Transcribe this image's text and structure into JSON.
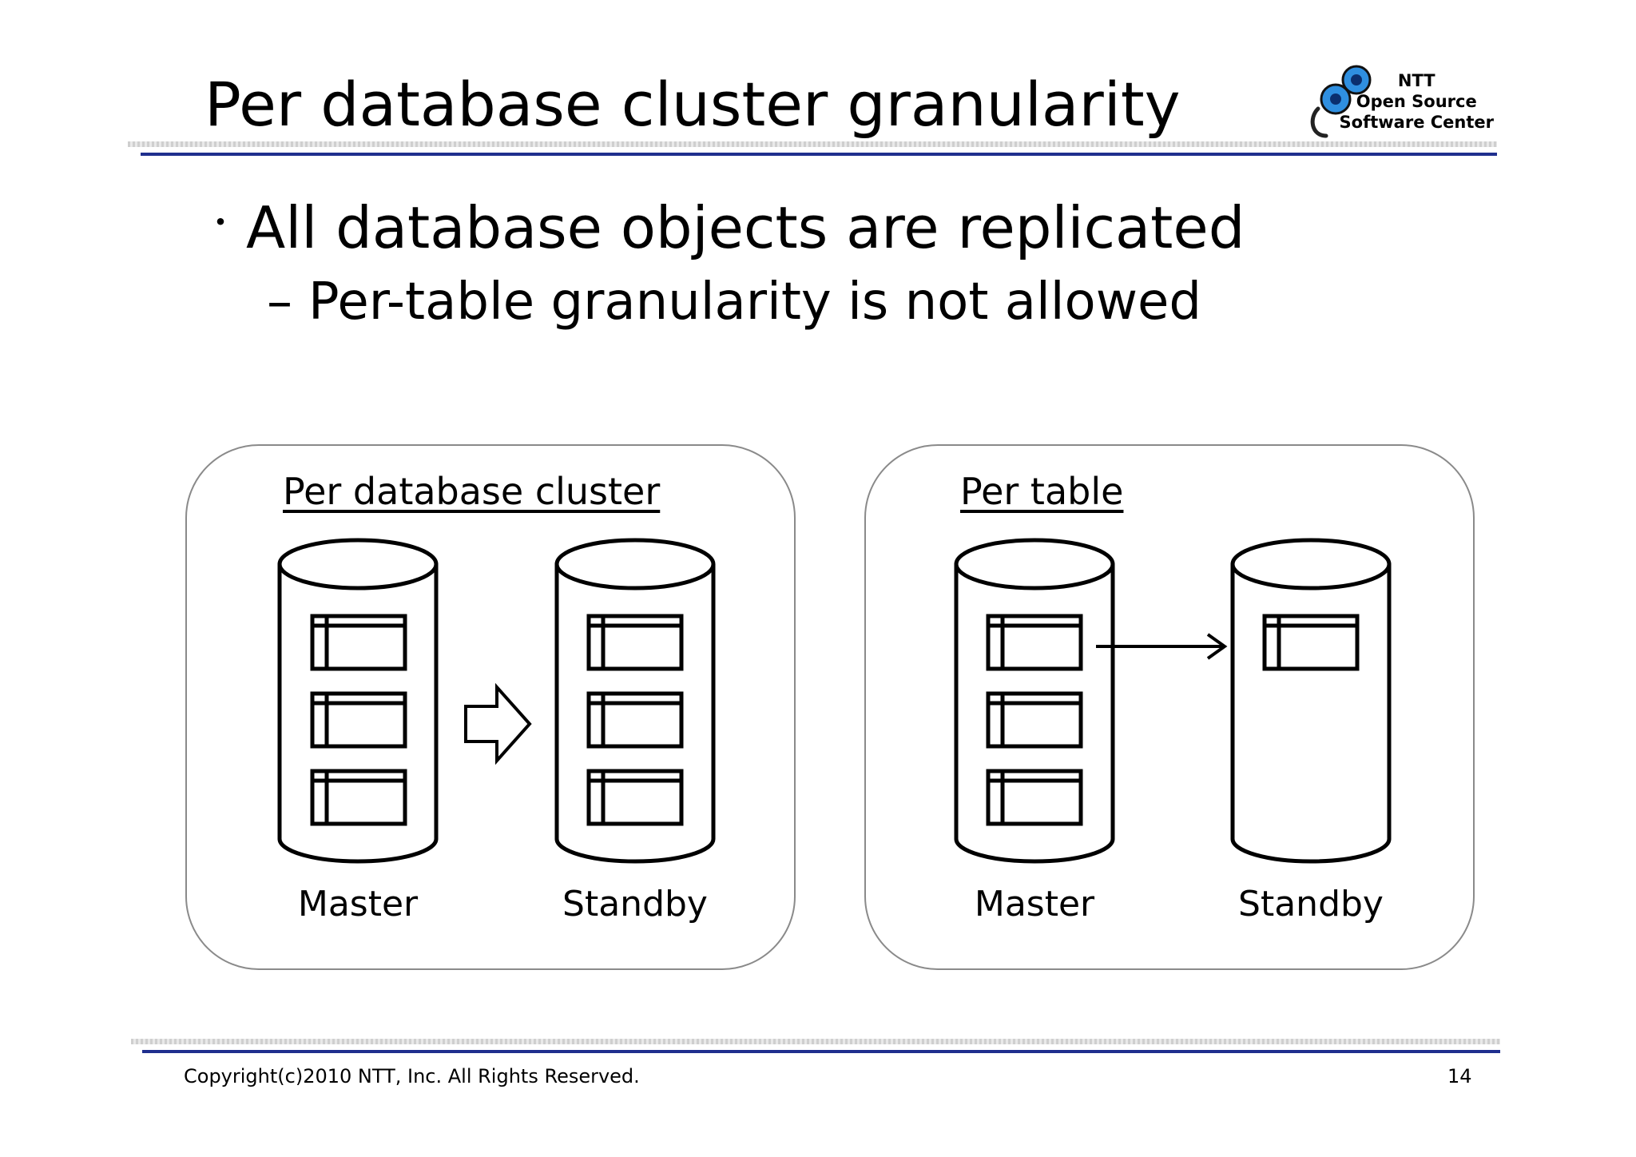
{
  "slide": {
    "title": "Per database cluster granularity",
    "bullet": "All database objects are replicated",
    "sub_bullet": "Per-table granularity is not allowed",
    "bullet_marker": "・",
    "sub_bullet_marker": "–"
  },
  "logo": {
    "line1": "NTT",
    "line2": "Open Source",
    "line3": "Software Center",
    "circle_color": "#2f8fe0"
  },
  "panels": [
    {
      "title": "Per database cluster",
      "master_label": "Master",
      "standby_label": "Standby",
      "master_tables": 3,
      "standby_tables": 3,
      "arrow": "block-arrow"
    },
    {
      "title": "Per table",
      "master_label": "Master",
      "standby_label": "Standby",
      "master_tables": 3,
      "standby_tables": 1,
      "arrow": "line-arrow"
    }
  ],
  "footer": {
    "copyright": "Copyright(c)2010 NTT, Inc. All Rights Reserved.",
    "page_number": "14"
  },
  "colors": {
    "rule_blue": "#1f2f8e",
    "rule_gray": "#d0d0d0",
    "panel_border": "#8a8a8a"
  }
}
